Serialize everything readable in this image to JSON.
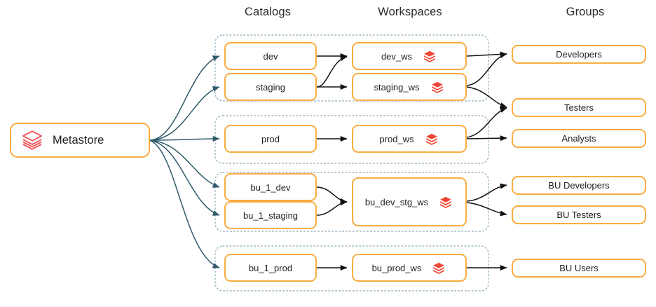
{
  "diagram": {
    "title": "Metastore to catalogs, workspaces and groups mapping",
    "colors": {
      "node_border": "#F9AC3F",
      "node_fill": "#FFFFFF",
      "metastore_arrow": "#2F5A6B",
      "plain_arrow": "#1A1A1A",
      "group_boundary": "#9BB5C4",
      "logo_outline": "#F2575B",
      "logo_fill": "#EE3D2C",
      "text": "#1F1F1F"
    },
    "headers": [
      {
        "id": "catalogs",
        "label": "Catalogs"
      },
      {
        "id": "workspaces",
        "label": "Workspaces"
      },
      {
        "id": "groups",
        "label": "Groups"
      }
    ],
    "root": {
      "id": "metastore",
      "label": "Metastore",
      "icon": "databricks-logo-outline-icon"
    },
    "catalogs": [
      {
        "id": "dev",
        "label": "dev"
      },
      {
        "id": "staging",
        "label": "staging"
      },
      {
        "id": "prod",
        "label": "prod"
      },
      {
        "id": "bu_1_dev",
        "label": "bu_1_dev"
      },
      {
        "id": "bu_1_staging",
        "label": "bu_1_staging"
      },
      {
        "id": "bu_1_prod",
        "label": "bu_1_prod"
      }
    ],
    "workspaces": [
      {
        "id": "dev_ws",
        "label": "dev_ws",
        "icon": "databricks-logo-icon"
      },
      {
        "id": "staging_ws",
        "label": "staging_ws",
        "icon": "databricks-logo-icon"
      },
      {
        "id": "prod_ws",
        "label": "prod_ws",
        "icon": "databricks-logo-icon"
      },
      {
        "id": "bu_dev_stg_ws",
        "label": "bu_dev_stg_ws",
        "icon": "databricks-logo-icon"
      },
      {
        "id": "bu_prod_ws",
        "label": "bu_prod_ws",
        "icon": "databricks-logo-icon"
      }
    ],
    "groups": [
      {
        "id": "developers",
        "label": "Developers"
      },
      {
        "id": "testers",
        "label": "Testers"
      },
      {
        "id": "analysts",
        "label": "Analysts"
      },
      {
        "id": "bu_developers",
        "label": "BU Developers"
      },
      {
        "id": "bu_testers",
        "label": "BU Testers"
      },
      {
        "id": "bu_users",
        "label": "BU Users"
      }
    ],
    "environment_groups": [
      {
        "id": "env-dev-staging",
        "members": [
          "dev",
          "staging",
          "dev_ws",
          "staging_ws"
        ]
      },
      {
        "id": "env-prod",
        "members": [
          "prod",
          "prod_ws"
        ]
      },
      {
        "id": "env-bu-dev-stg",
        "members": [
          "bu_1_dev",
          "bu_1_staging",
          "bu_dev_stg_ws"
        ]
      },
      {
        "id": "env-bu-prod",
        "members": [
          "bu_1_prod",
          "bu_prod_ws"
        ]
      }
    ],
    "edges": [
      {
        "from": "metastore",
        "to": "dev",
        "style": "metastore"
      },
      {
        "from": "metastore",
        "to": "staging",
        "style": "metastore"
      },
      {
        "from": "metastore",
        "to": "prod",
        "style": "metastore"
      },
      {
        "from": "metastore",
        "to": "bu_1_dev",
        "style": "metastore"
      },
      {
        "from": "metastore",
        "to": "bu_1_staging",
        "style": "metastore"
      },
      {
        "from": "metastore",
        "to": "bu_1_prod",
        "style": "metastore"
      },
      {
        "from": "dev",
        "to": "dev_ws",
        "style": "plain"
      },
      {
        "from": "staging",
        "to": "dev_ws",
        "style": "plain"
      },
      {
        "from": "staging",
        "to": "staging_ws",
        "style": "plain"
      },
      {
        "from": "prod",
        "to": "prod_ws",
        "style": "plain"
      },
      {
        "from": "bu_1_dev",
        "to": "bu_dev_stg_ws",
        "style": "plain"
      },
      {
        "from": "bu_1_staging",
        "to": "bu_dev_stg_ws",
        "style": "plain"
      },
      {
        "from": "bu_1_prod",
        "to": "bu_prod_ws",
        "style": "plain"
      },
      {
        "from": "dev_ws",
        "to": "developers",
        "style": "plain"
      },
      {
        "from": "staging_ws",
        "to": "developers",
        "style": "plain"
      },
      {
        "from": "staging_ws",
        "to": "testers",
        "style": "plain"
      },
      {
        "from": "prod_ws",
        "to": "testers",
        "style": "plain"
      },
      {
        "from": "prod_ws",
        "to": "analysts",
        "style": "plain"
      },
      {
        "from": "bu_dev_stg_ws",
        "to": "bu_developers",
        "style": "plain"
      },
      {
        "from": "bu_dev_stg_ws",
        "to": "bu_testers",
        "style": "plain"
      },
      {
        "from": "bu_prod_ws",
        "to": "bu_users",
        "style": "plain"
      }
    ]
  }
}
